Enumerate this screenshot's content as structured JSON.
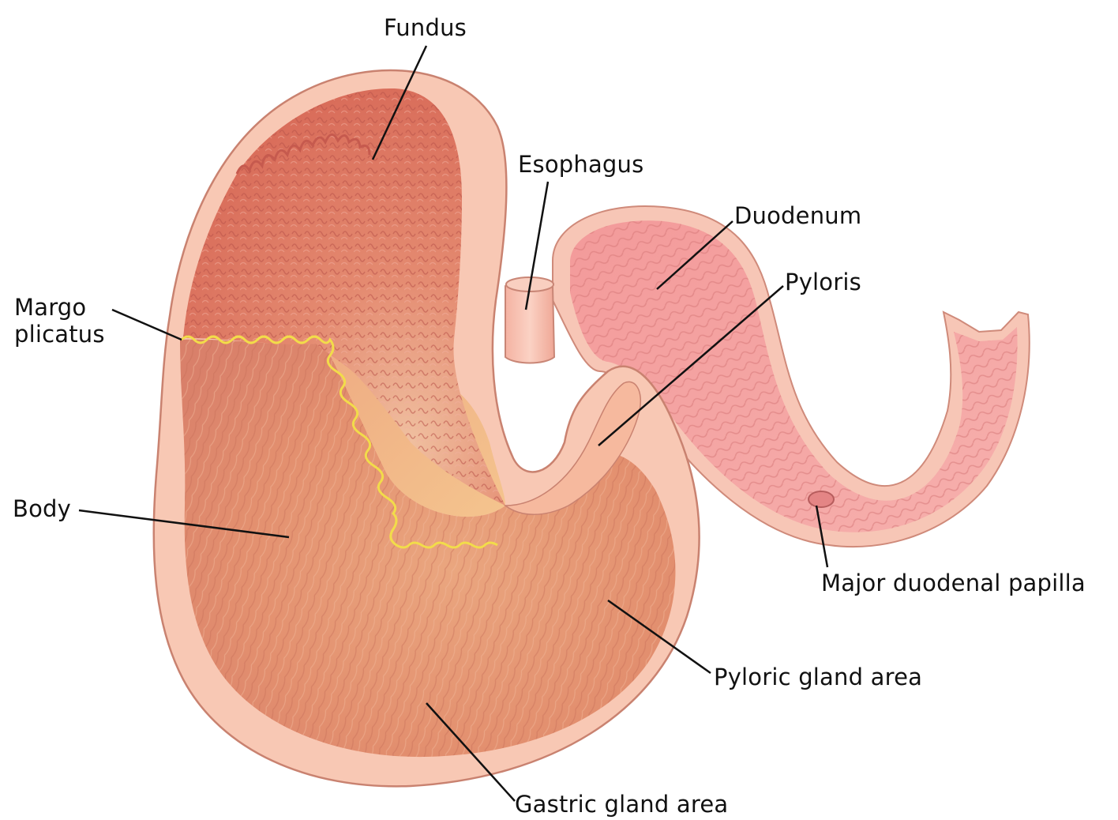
{
  "labels": {
    "fundus": "Fundus",
    "esophagus": "Esophagus",
    "duodenum": "Duodenum",
    "pyloris": "Pyloris",
    "margo_line1": "Margo",
    "margo_line2": "plicatus",
    "body": "Body",
    "papilla": "Major duodenal papilla",
    "pyloric_gland": "Pyloric gland area",
    "gastric_gland": "Gastric gland area"
  },
  "colors": {
    "outer_wall": "#f6c3ae",
    "wall_edge": "#c9836e",
    "fundus_mucosa": "#e0806a",
    "body_mucosa": "#e79a7c",
    "transition_zone": "#f0b585",
    "margo_line": "#f2dc4a",
    "duodenum_mucosa": "#f0a0a0",
    "leader_line": "#111111"
  }
}
